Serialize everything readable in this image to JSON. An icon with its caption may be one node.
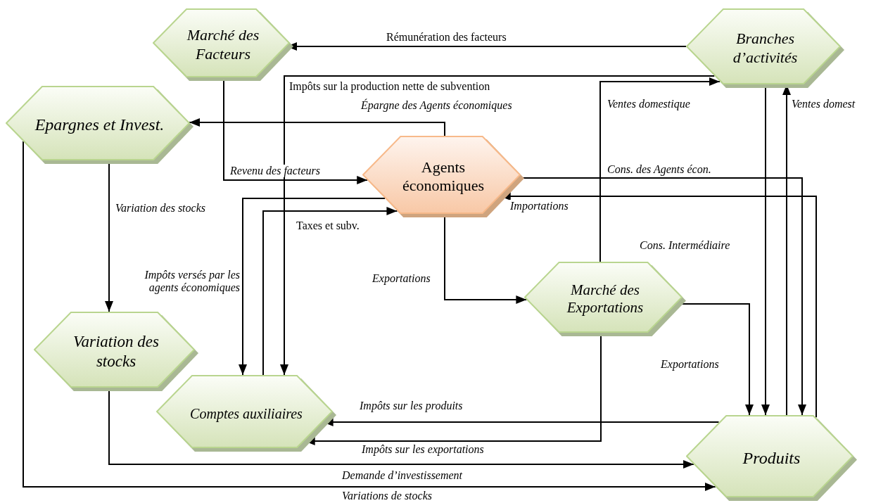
{
  "diagram": {
    "nodes": [
      {
        "text": [
          "Marché des Facteurs"
        ]
      },
      {
        "text": [
          "Branches d’activités"
        ]
      },
      {
        "text": [
          "Epargnes et Invest."
        ]
      },
      {
        "text": [
          "Agents économiques"
        ]
      },
      {
        "text": [
          "Marché des Exportations"
        ]
      },
      {
        "text": [
          "Variation des stocks"
        ]
      },
      {
        "text": [
          "Comptes auxiliaires"
        ]
      },
      {
        "text": [
          "Produits"
        ]
      }
    ],
    "edges": [
      {
        "from": 1,
        "to": 0,
        "arrow": "to",
        "label": "Rémunération des facteurs"
      },
      {
        "from": 1,
        "to": 6,
        "arrow": "to",
        "label": "Impôts sur la production nette de subvention"
      },
      {
        "from": 3,
        "to": 2,
        "arrow": "to",
        "label": "Épargne des Agents économiques"
      },
      {
        "from": 0,
        "to": 3,
        "arrow": "to",
        "label": "Revenu des facteurs"
      },
      {
        "from": 3,
        "to": 6,
        "arrow": "to",
        "label": "Impôts versés par les agents économiques"
      },
      {
        "from": 6,
        "to": 3,
        "arrow": "to",
        "label": "Taxes et subv."
      },
      {
        "from": 2,
        "to": 5,
        "arrow": "to",
        "label": "Variation des stocks"
      },
      {
        "from": 3,
        "to": 4,
        "arrow": "to",
        "label": "Exportations"
      },
      {
        "from": 4,
        "to": 1,
        "arrow": "to",
        "label": "Ventes domestique"
      },
      {
        "from": 3,
        "to": 7,
        "arrow": "to",
        "label": "Cons. des Agents écon."
      },
      {
        "from": 7,
        "to": 3,
        "arrow": "to",
        "label": "Importations"
      },
      {
        "from": 1,
        "to": 7,
        "arrow": "to",
        "label": "Cons. Intermédiaire"
      },
      {
        "from": 7,
        "to": 1,
        "arrow": "to",
        "label": "Ventes domest"
      },
      {
        "from": 4,
        "to": 7,
        "arrow": "to",
        "label": "Exportations"
      },
      {
        "from": 7,
        "to": 6,
        "arrow": "to",
        "label": "Impôts sur les produits"
      },
      {
        "from": 4,
        "to": 6,
        "arrow": "to",
        "label": "Impôts sur les exportations"
      },
      {
        "from": 5,
        "to": 7,
        "arrow": "to",
        "label": "Demande d’investissement"
      },
      {
        "from": 2,
        "to": 7,
        "arrow": "to",
        "label": "Variations de stocks"
      }
    ]
  }
}
